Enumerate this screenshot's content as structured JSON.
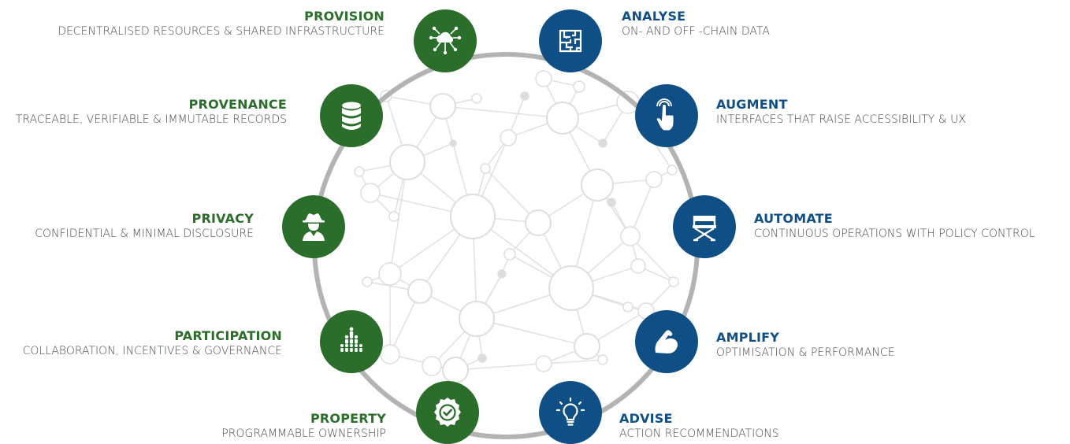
{
  "colors": {
    "green": "#2b6e2b",
    "blue": "#0f4f85",
    "ring": "#b3b3b3",
    "network": "#e0e0e0"
  },
  "left": [
    {
      "title": "PROVISION",
      "desc": "DECENTRALISED RESOURCES & SHARED INFRASTRUCTURE",
      "icon": "cloud-network-icon"
    },
    {
      "title": "PROVENANCE",
      "desc": "TRACEABLE, VERIFIABLE & IMMUTABLE RECORDS",
      "icon": "database-icon"
    },
    {
      "title": "PRIVACY",
      "desc": "CONFIDENTIAL & MINIMAL DISCLOSURE",
      "icon": "spy-agent-icon"
    },
    {
      "title": "PARTICIPATION",
      "desc": "COLLABORATION, INCENTIVES & GOVERNANCE",
      "icon": "people-group-icon"
    },
    {
      "title": "PROPERTY",
      "desc": "PROGRAMMABLE OWNERSHIP",
      "icon": "certificate-badge-icon"
    }
  ],
  "right": [
    {
      "title": "ANALYSE",
      "desc": "ON-  AND OFF -CHAIN DATA",
      "icon": "maze-icon"
    },
    {
      "title": "AUGMENT",
      "desc": "INTERFACES THAT RAISE ACCESSIBILITY & UX",
      "icon": "touch-hand-icon"
    },
    {
      "title": "AUTOMATE",
      "desc": "CONTINUOUS OPERATIONS WITH POLICY CONTROL",
      "icon": "director-chair-icon"
    },
    {
      "title": "AMPLIFY",
      "desc": "OPTIMISATION & PERFORMANCE",
      "icon": "flexed-arm-icon"
    },
    {
      "title": "ADVISE",
      "desc": "ACTION RECOMMENDATIONS",
      "icon": "lightbulb-icon"
    }
  ]
}
